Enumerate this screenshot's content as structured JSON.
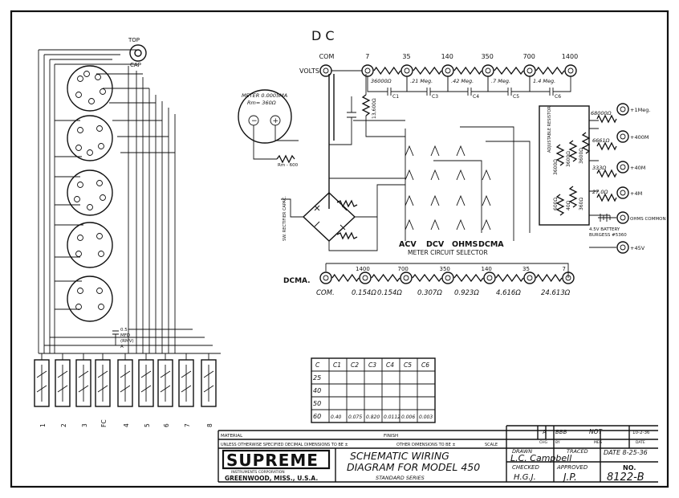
{
  "top_marks": "D  C",
  "tube_connector_label": [
    "TOP",
    "CAP"
  ],
  "meter": {
    "line1": "METER 0.0005MA",
    "line2": "Rm= 360Ω",
    "rm_label": "Rm - 600"
  },
  "volts": {
    "label": "VOLTS",
    "ranges": [
      "COM",
      "7",
      "35",
      "140",
      "350",
      "700",
      "1400"
    ],
    "resistors": [
      "36000Ω",
      ".21 Meg.",
      ".42 Meg.",
      ".7 Meg.",
      "1.4 Meg."
    ],
    "capacitors": [
      "C1",
      "C3",
      "C4",
      "C5",
      "C6"
    ],
    "shunt_resistor": "13,600Ω"
  },
  "ohms": {
    "outputs": [
      "+1Meg.",
      "+400M",
      "+40M",
      "+4M",
      "OHMS COMMON",
      "+45V"
    ],
    "resistors": [
      "68000Ω",
      "6661Ω",
      "333Ω",
      "27.0Ω"
    ],
    "battery": "4.5V BATTERY BURGESS #5360",
    "vertical_values": [
      "3600Ω",
      "3600Ω",
      "3600Ω",
      "600Ω",
      "40Ω",
      "360Ω"
    ],
    "adjust_label": "ADJUSTABLE RESISTOR"
  },
  "rectifier_label": "SW. RECTIFIER CAPAC.",
  "selector": {
    "labels": [
      "ACV",
      "DCV",
      "OHMS",
      "DCMA"
    ],
    "caption": "METER CIRCUIT SELECTOR"
  },
  "dcma": {
    "label": "DCMA.",
    "ranges": [
      "1400",
      "700",
      "350",
      "140",
      "35",
      "7"
    ],
    "shunts": [
      "COM.",
      "0.154Ω",
      "0.154Ω",
      "0.307Ω",
      "0.923Ω",
      "4.616Ω",
      "24.613Ω"
    ]
  },
  "cap_note": [
    "0.5",
    "MFD",
    "(RMV)",
    "A"
  ],
  "switch_numbers": [
    "1",
    "2",
    "3",
    "FC",
    "4",
    "5",
    "6",
    "7",
    "8"
  ],
  "table": {
    "headers": [
      "C",
      "C1",
      "C2",
      "C3",
      "C4",
      "C5",
      "C6"
    ],
    "rows": [
      [
        "25",
        "",
        "",
        "",
        "",
        "",
        ""
      ],
      [
        "40",
        "",
        "",
        "",
        "",
        "",
        ""
      ],
      [
        "50",
        "",
        "",
        "",
        "",
        "",
        ""
      ],
      [
        "60",
        "0.40",
        "0.075",
        "0.820",
        "0.0112",
        "0.006",
        "0.003"
      ]
    ]
  },
  "title_block": {
    "material": "MATERIAL",
    "finish": "FINISH",
    "tolerance": "UNLESS OTHERWISE SPECIFIED DECIMAL DIMENSIONS TO BE ±",
    "other_dims": "OTHER DIMENSIONS TO BE ±",
    "scale": "SCALE",
    "company": "SUPREME",
    "company_sub": "INSTRUMENTS CORPORATION",
    "location": "GREENWOOD, MISS., U.S.A.",
    "title_line1": "SCHEMATIC WIRING",
    "title_line2": "DIAGRAM FOR MODEL 450",
    "title_line3": "STANDARD SERIES",
    "rev_letter": "A",
    "rev_initials": "BBB",
    "rev_note": "NOT",
    "rev_date": "10-2-36",
    "rev_hdr": [
      "CHG",
      "BY",
      "MEG",
      "DATE"
    ],
    "drawn": "DRAWN",
    "traced": "TRACED",
    "date_label": "DATE 8-25-36",
    "drawn_by": "L.C. Campbell",
    "checked": "CHECKED",
    "approved": "APPROVED",
    "checked_by": "H.G.J.",
    "approved_by": "J.P.",
    "no_label": "NO.",
    "drawing_no": "8122-B"
  }
}
